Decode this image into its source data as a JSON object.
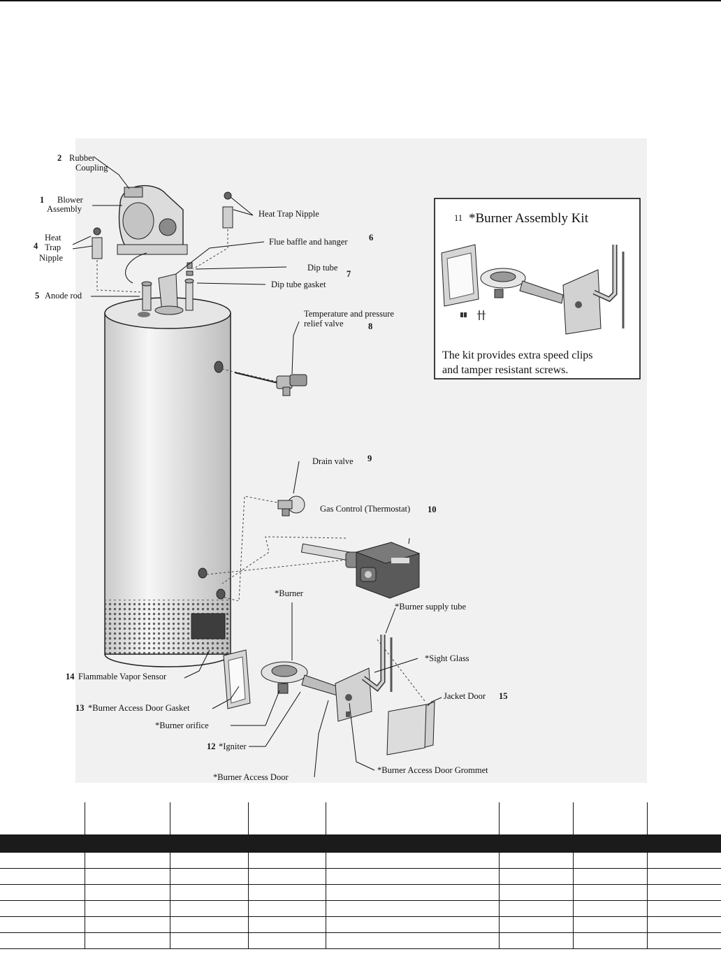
{
  "diagram": {
    "labels": {
      "rubber_coupling_num": "2",
      "rubber_coupling_l1": "Rubber",
      "rubber_coupling_l2": "Coupling",
      "blower_num": "1",
      "blower_l1": "Blower",
      "blower_l2": "Assembly",
      "heat_trap_left_num": "4",
      "heat_trap_left_l1": "Heat",
      "heat_trap_left_l2": "Trap",
      "heat_trap_left_l3": "Nipple",
      "heat_trap_right": "Heat Trap Nipple",
      "flue_baffle": "Flue baffle and hanger",
      "flue_baffle_num": "6",
      "dip_tube": "Dip tube",
      "dip_tube_num": "7",
      "dip_tube_gasket": "Dip tube gasket",
      "anode_num": "5",
      "anode": "Anode rod",
      "tp_valve_l1": "Temperature and pressure",
      "tp_valve_l2": "relief valve",
      "tp_valve_num": "8",
      "drain_valve": "Drain valve",
      "drain_valve_num": "9",
      "gas_control": "Gas Control (Thermostat)",
      "gas_control_num": "10",
      "burner": "*Burner",
      "burner_supply_tube": "*Burner supply tube",
      "sight_glass": "*Sight Glass",
      "jacket_door": "Jacket Door",
      "jacket_door_num": "15",
      "flammable_num": "14",
      "flammable": "Flammable Vapor Sensor",
      "gasket_num": "13",
      "gasket": "*Burner Access Door Gasket",
      "burner_orifice": "*Burner  orifice",
      "igniter_num": "12",
      "igniter": "*Igniter",
      "burner_access_door": "*Burner Access Door",
      "grommet": "*Burner Access Door Grommet"
    },
    "inset": {
      "num": "11",
      "title": "*Burner Assembly Kit",
      "text_l1": "The kit provides extra speed clips",
      "text_l2": "and tamper resistant screws."
    }
  }
}
